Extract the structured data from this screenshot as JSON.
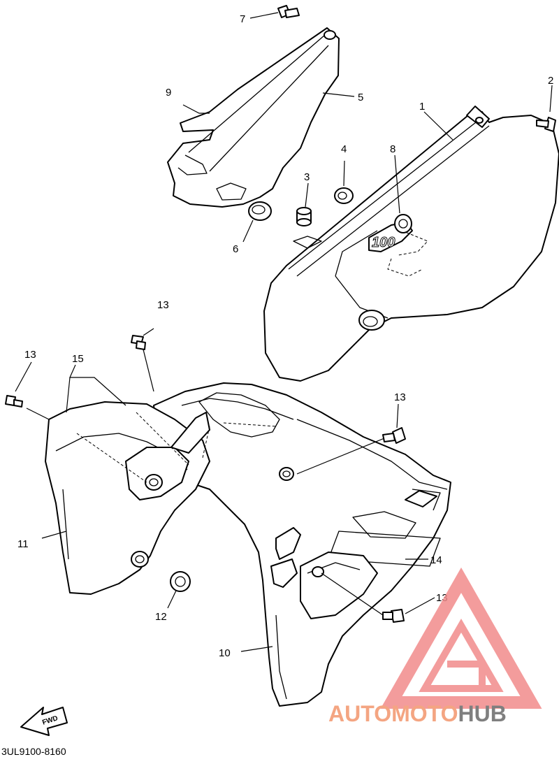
{
  "diagram_code": "3UL9100-8160",
  "fwd_label": "FWD",
  "watermark": {
    "text_part1": "AUTOMOTO",
    "text_part2": "HUB",
    "color_part1": "#f4a582",
    "color_part2": "#7f7f7f",
    "logo_color": "#f28b8b"
  },
  "callouts": {
    "c1": "1",
    "c2": "2",
    "c3": "3",
    "c4": "4",
    "c5": "5",
    "c6": "6",
    "c7": "7",
    "c8": "8",
    "c9": "9",
    "c10": "10",
    "c11": "11",
    "c12": "12",
    "c13a": "13",
    "c13b": "13",
    "c13c": "13",
    "c13d": "13",
    "c14": "14",
    "c15": "15"
  }
}
